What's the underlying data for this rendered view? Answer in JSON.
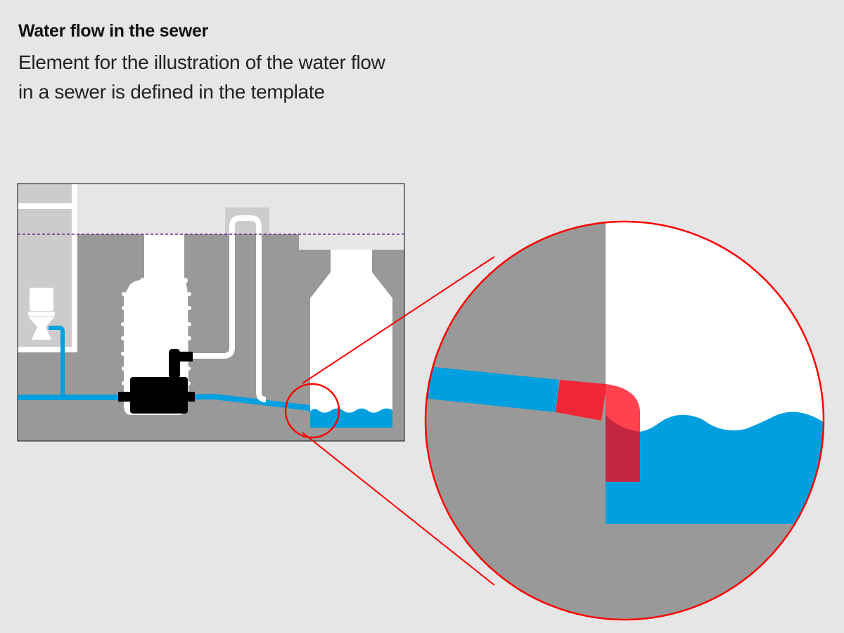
{
  "header": {
    "title": "Water flow in the sewer",
    "subtitle_line1": "Element for the illustration of the water flow",
    "subtitle_line2": "in a sewer is defined in the template"
  },
  "colors": {
    "background": "#e6e6e6",
    "ground": "#999999",
    "room": "#cccccc",
    "wall": "#ffffff",
    "water": "#009fdf",
    "pump": "#000000",
    "highlight_ring": "#ff0000",
    "pipe_highlight": "#f22735",
    "pipe_highlight_light": "#ff4150",
    "pipe_highlight_dark": "#c42540",
    "ground_level_line": "#6a2c91"
  },
  "diagram": {
    "elements": [
      "toilet",
      "lifting-station-shaft",
      "pump",
      "pressure-pipe",
      "sewer-manhole",
      "drain-pipe",
      "ground-level-line",
      "magnifier-circle"
    ]
  }
}
